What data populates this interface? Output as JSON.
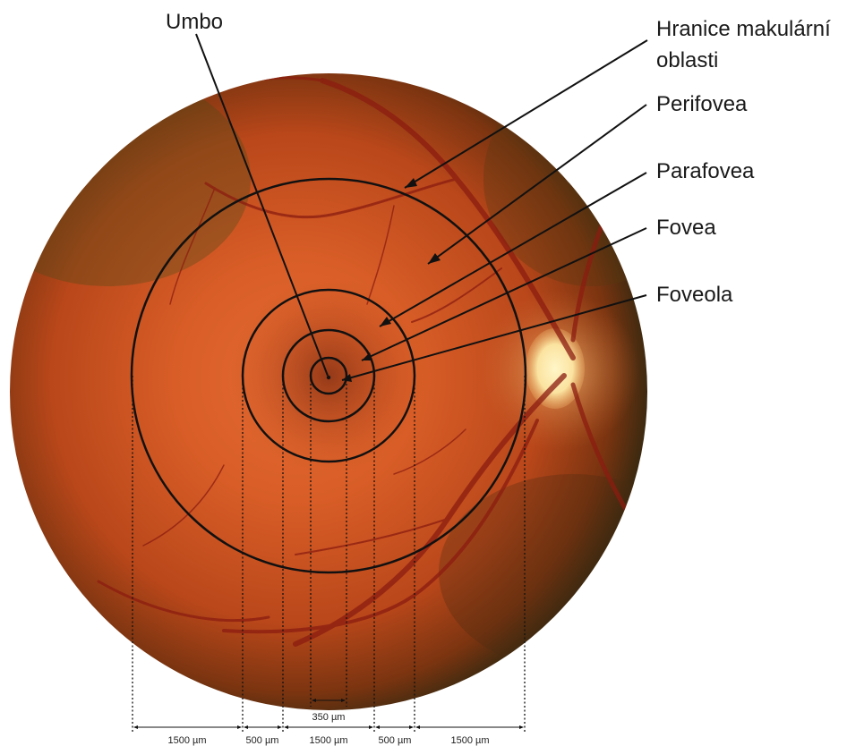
{
  "labels": {
    "umbo": "Umbo",
    "macular_border_line1": "Hranice makulární",
    "macular_border_line2": "oblasti",
    "perifovea": "Perifovea",
    "parafovea": "Parafovea",
    "fovea": "Fovea",
    "foveola": "Foveola"
  },
  "dimensions": {
    "foveola_width": "350 µm",
    "outer_left": "1500 µm",
    "inner_left": "500 µm",
    "center": "1500 µm",
    "inner_right": "500 µm",
    "outer_right": "1500 µm"
  },
  "colors": {
    "fundus_center": "#e8703a",
    "fundus_mid": "#c4501e",
    "fundus_edge": "#3e2a10",
    "optic_disc": "#fbe9a8",
    "vessel": "#8b1c10",
    "line": "#111111"
  }
}
